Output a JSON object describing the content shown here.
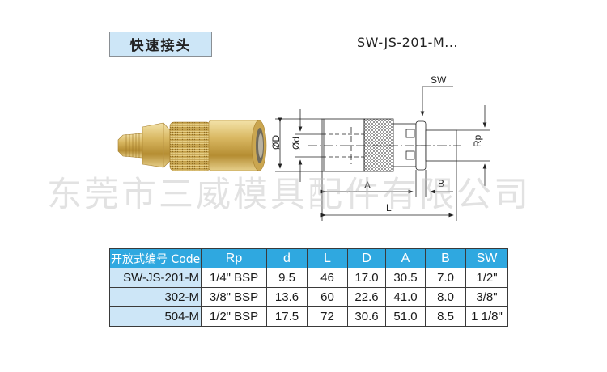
{
  "header": {
    "category_label": "快速接头",
    "model_title": "SW-JS-201-M..."
  },
  "watermark": "东莞市三威模具配件有限公司",
  "drawing": {
    "labels": {
      "sw": "SW",
      "outer_diameter": "ØD",
      "inner_diameter": "Ød",
      "rp": "Rp",
      "a": "A",
      "b": "B",
      "l": "L"
    }
  },
  "photo": {
    "icon": "brass-quick-coupler-photo"
  },
  "colors": {
    "header_bg": "#2fa8e0",
    "code_bg": "#cde6f7",
    "accent_line": "#3aa0c8"
  },
  "table": {
    "headers": [
      "开放式编号 Code",
      "Rp",
      "d",
      "L",
      "D",
      "A",
      "B",
      "SW"
    ],
    "rows": [
      [
        "SW-JS-201-M",
        "1/4\" BSP",
        "9.5",
        "46",
        "17.0",
        "30.5",
        "7.0",
        "1/2\""
      ],
      [
        "302-M",
        "3/8\" BSP",
        "13.6",
        "60",
        "22.6",
        "41.0",
        "8.0",
        "3/8\""
      ],
      [
        "504-M",
        "1/2\" BSP",
        "17.5",
        "72",
        "30.6",
        "51.0",
        "8.5",
        "1 1/8\""
      ]
    ]
  }
}
